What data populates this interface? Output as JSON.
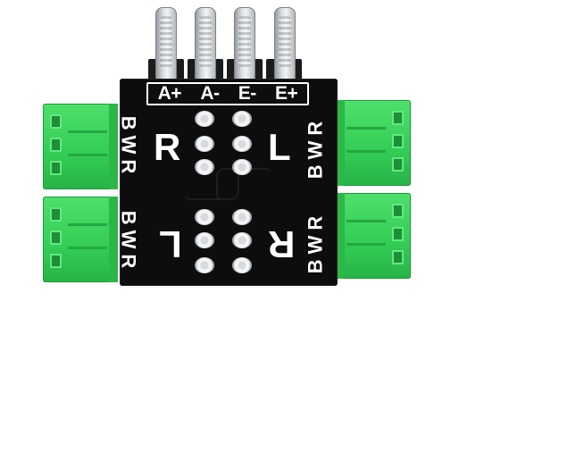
{
  "colors": {
    "pcb": "#0d0d0d",
    "silkscreen": "#ffffff",
    "terminal": "#33cc55",
    "pin": "#c8cdd1"
  },
  "header": {
    "pin_labels": [
      "A+",
      "A-",
      "E-",
      "E+"
    ]
  },
  "silkscreen": {
    "bwr_left_top": "BWR",
    "bwr_left_bottom": "BWR",
    "bwr_right_top": "BWR",
    "bwr_right_bottom": "BWR",
    "top_left_channel": "R",
    "top_right_channel": "L",
    "bottom_left_channel": "L",
    "bottom_right_channel": "R"
  }
}
